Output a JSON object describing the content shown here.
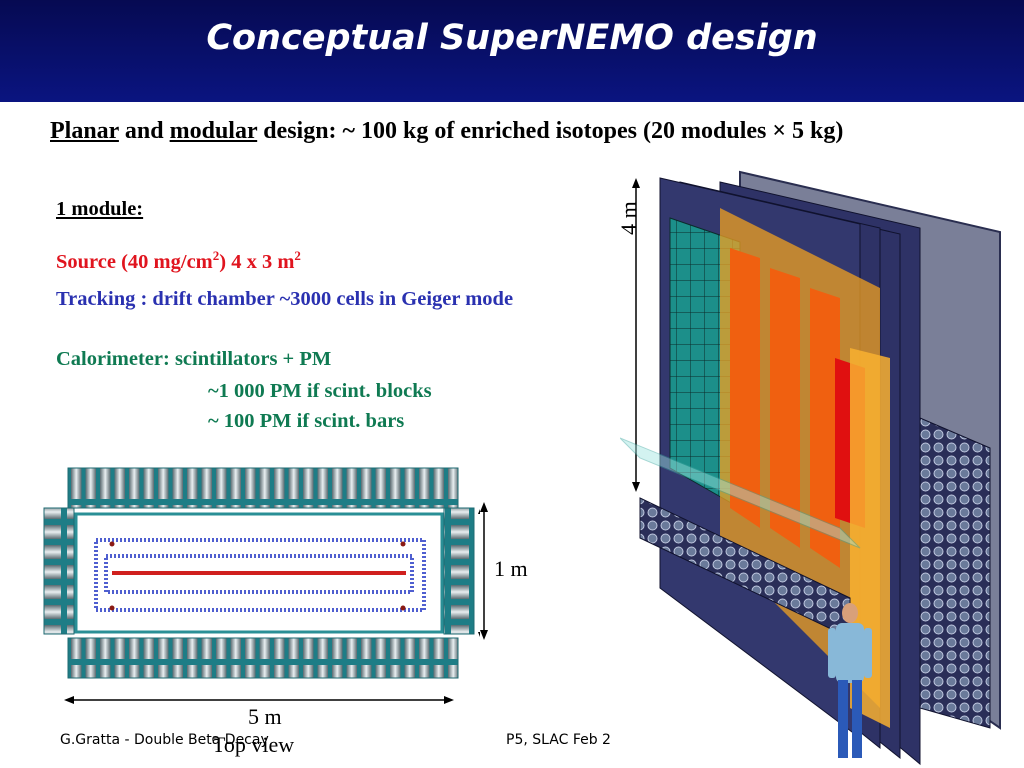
{
  "title": "Conceptual SuperNEMO design",
  "subtitle": {
    "planar": "Planar",
    "and": " and ",
    "modular": "modular",
    "rest": " design: ~ 100 kg of enriched isotopes (20 modules × 5 kg)"
  },
  "module_heading": "1 module:",
  "source": {
    "text_a": "Source (40 mg/cm",
    "sup": "2",
    "text_b": ")   4 x 3 m",
    "sup2": "2"
  },
  "tracking": "Tracking : drift chamber ~3000 cells in Geiger mode",
  "calorimeter": {
    "line1": "Calorimeter: scintillators + PM",
    "line2": "~1 000 PM if  scint. blocks",
    "line3": "~ 100 PM if scint. bars"
  },
  "dimensions": {
    "height": "4 m",
    "width_side": "1 m",
    "length": "5 m",
    "view": "Top view"
  },
  "footer": {
    "left": "G.Gratta - Double Beta Decay",
    "right": "P5, SLAC Feb 2"
  },
  "colors": {
    "title_bg": "#08106a",
    "source": "#e0141e",
    "tracking": "#2a31b0",
    "calorimeter": "#0f7a52"
  }
}
